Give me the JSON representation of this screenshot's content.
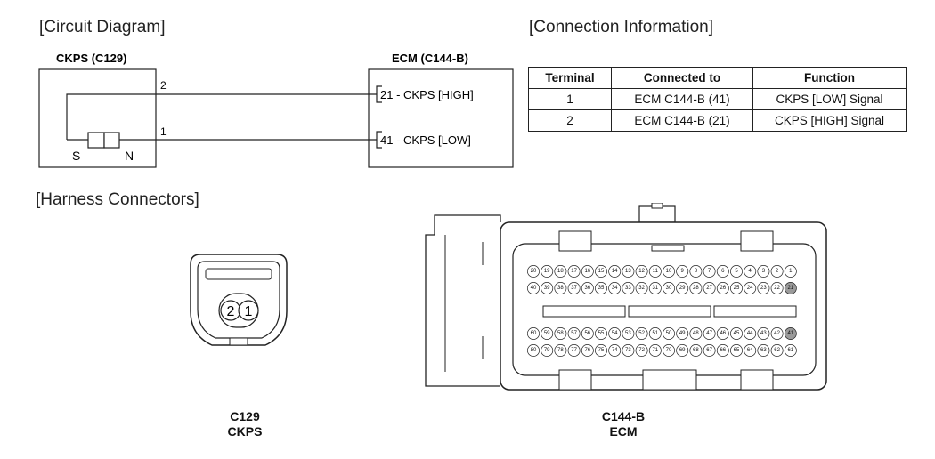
{
  "sections": {
    "circuit": "[Circuit Diagram]",
    "connection": "[Connection Information]",
    "harness": "[Harness Connectors]"
  },
  "circuit": {
    "left_box_title": "CKPS (C129)",
    "right_box_title": "ECM (C144-B)",
    "wire_top_label": "2",
    "wire_bottom_label": "1",
    "sensor_s": "S",
    "sensor_n": "N",
    "pin_high": "21 - CKPS [HIGH]",
    "pin_low": "41 - CKPS [LOW]"
  },
  "table": {
    "headers": [
      "Terminal",
      "Connected to",
      "Function"
    ],
    "rows": [
      [
        "1",
        "ECM C144-B (41)",
        "CKPS [LOW] Signal"
      ],
      [
        "2",
        "ECM C144-B (21)",
        "CKPS [HIGH] Signal"
      ]
    ]
  },
  "c129": {
    "pin_left": "2",
    "pin_right": "1",
    "caption_code": "C129",
    "caption_name": "CKPS"
  },
  "c144": {
    "caption_code": "C144-B",
    "caption_name": "ECM",
    "row1": [
      "20",
      "19",
      "18",
      "17",
      "16",
      "15",
      "14",
      "13",
      "12",
      "11",
      "10",
      "9",
      "8",
      "7",
      "6",
      "5",
      "4",
      "3",
      "2",
      "1"
    ],
    "row2": [
      "40",
      "39",
      "38",
      "37",
      "36",
      "35",
      "34",
      "33",
      "32",
      "31",
      "30",
      "29",
      "28",
      "27",
      "26",
      "25",
      "24",
      "23",
      "22",
      "21"
    ],
    "row3": [
      "60",
      "59",
      "58",
      "57",
      "56",
      "55",
      "54",
      "53",
      "52",
      "51",
      "50",
      "49",
      "48",
      "47",
      "46",
      "45",
      "44",
      "43",
      "42",
      "41"
    ],
    "row4": [
      "80",
      "79",
      "78",
      "77",
      "76",
      "75",
      "74",
      "73",
      "72",
      "71",
      "70",
      "69",
      "68",
      "67",
      "66",
      "65",
      "64",
      "63",
      "62",
      "61"
    ],
    "highlighted": [
      "21",
      "41"
    ],
    "highlight_color": "#9a9a9a"
  }
}
